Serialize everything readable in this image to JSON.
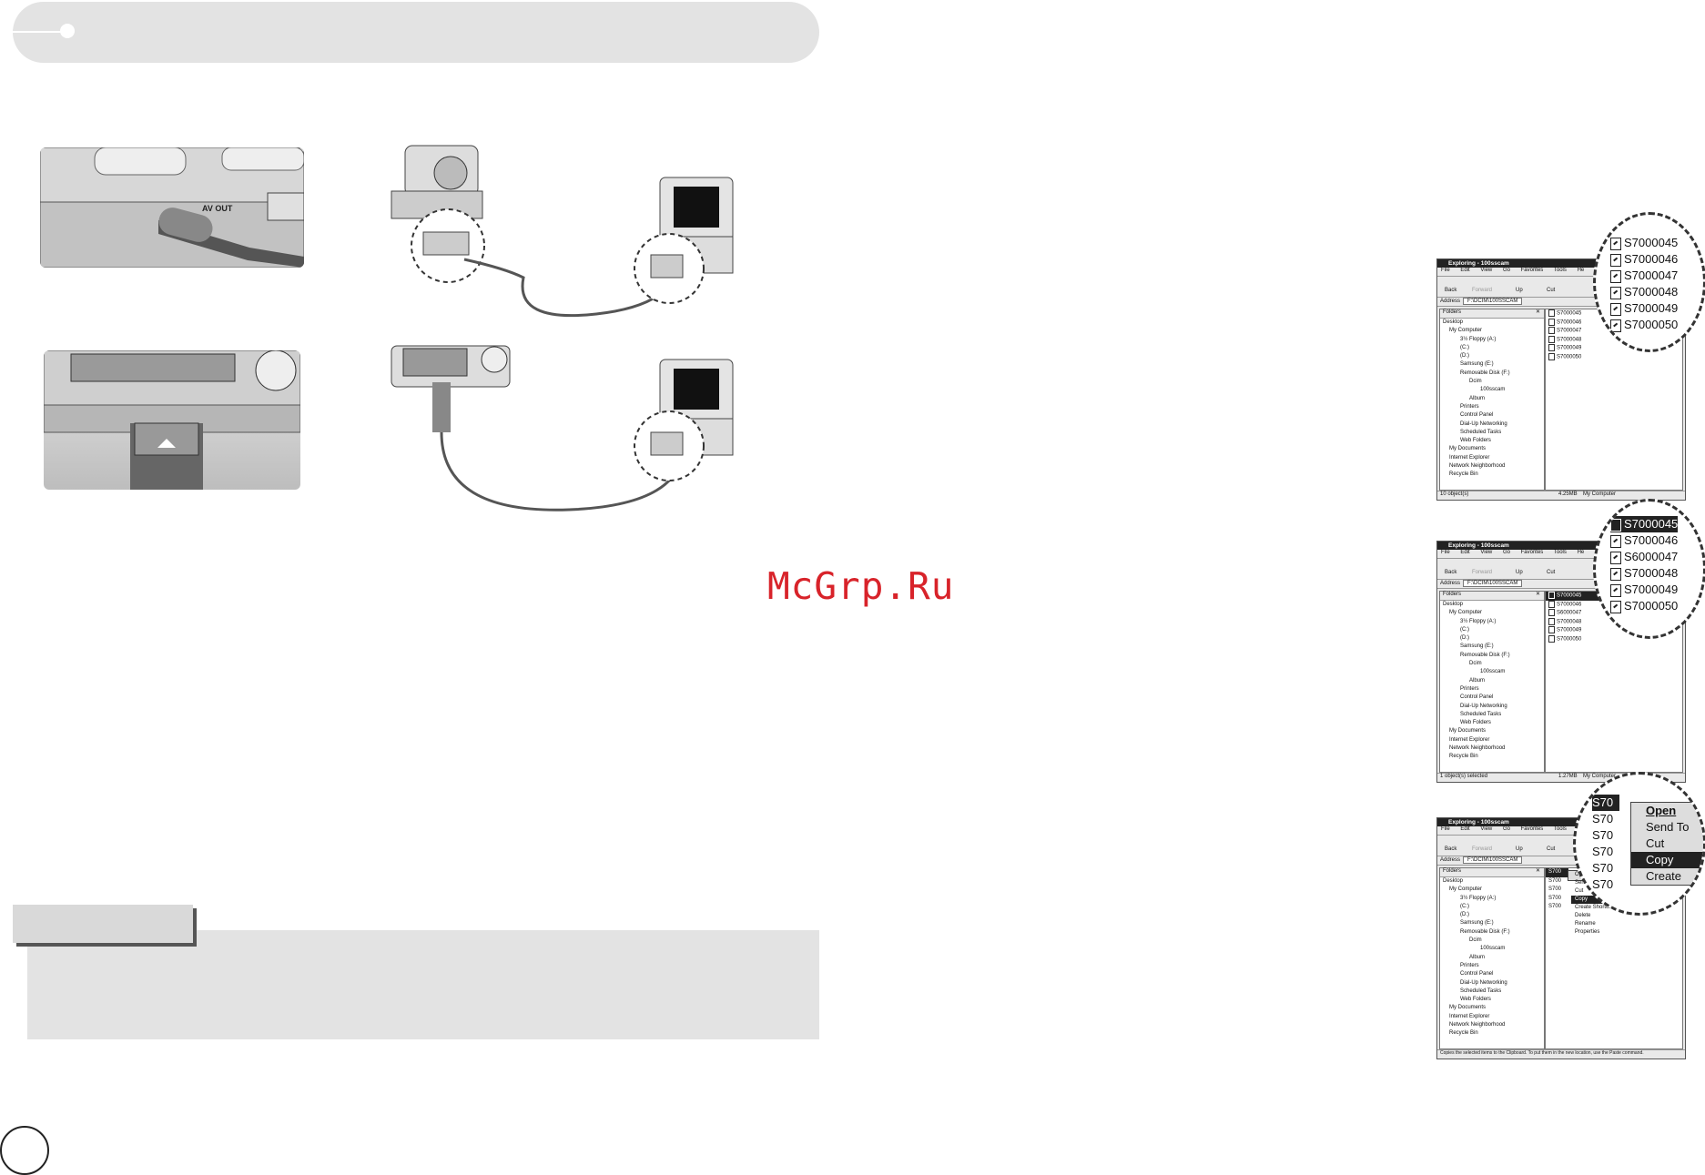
{
  "watermark": "McGrp.Ru",
  "illustrations": {
    "dock_label": "AV OUT"
  },
  "windows": [
    {
      "title": "Exploring - 100sscam",
      "menu": [
        "File",
        "Edit",
        "View",
        "Go",
        "Favorites",
        "Tools",
        "He"
      ],
      "toolbar": [
        "Back",
        "Forward",
        "Up",
        "Cut"
      ],
      "address_label": "Address",
      "address_value": "F:\\DCIM\\100SSCAM",
      "folders_label": "Folders",
      "folders_close": "✕",
      "tree": [
        "Desktop",
        "My Computer",
        "3½ Floppy (A:)",
        "(C:)",
        "(D:)",
        "Samsung (E:)",
        "Removable Disk (F:)",
        "Dcim",
        "100sscam",
        "Album",
        "Printers",
        "Control Panel",
        "Dial-Up Networking",
        "Scheduled Tasks",
        "Web Folders",
        "My Documents",
        "Internet Explorer",
        "Network Neighborhood",
        "Recycle Bin"
      ],
      "files": [
        "S7000045",
        "S7000046",
        "S7000047",
        "S7000048",
        "S7000049",
        "S7000050"
      ],
      "status_left": "10 object(s)",
      "status_mid": "4.25MB",
      "status_right": "My Computer",
      "zoom_files": [
        "S7000045",
        "S7000046",
        "S7000047",
        "S7000048",
        "S7000049",
        "S7000050"
      ]
    },
    {
      "title": "Exploring - 100sscam",
      "menu": [
        "File",
        "Edit",
        "View",
        "Go",
        "Favorites",
        "Tools",
        "He"
      ],
      "toolbar": [
        "Back",
        "Forward",
        "Up",
        "Cut"
      ],
      "address_label": "Address",
      "address_value": "F:\\DCIM\\100SSCAM",
      "folders_label": "Folders",
      "folders_close": "✕",
      "tree": [
        "Desktop",
        "My Computer",
        "3½ Floppy (A:)",
        "(C:)",
        "(D:)",
        "Samsung (E:)",
        "Removable Disk (F:)",
        "Dcim",
        "100sscam",
        "Album",
        "Printers",
        "Control Panel",
        "Dial-Up Networking",
        "Scheduled Tasks",
        "Web Folders",
        "My Documents",
        "Internet Explorer",
        "Network Neighborhood",
        "Recycle Bin"
      ],
      "files": [
        "S7000045",
        "S7000046",
        "S6000047",
        "S7000048",
        "S7000049",
        "S7000050"
      ],
      "status_left": "1 object(s) selected",
      "status_mid": "1.27MB",
      "status_right": "My Computer",
      "zoom_files": [
        "S7000045",
        "S7000046",
        "S6000047",
        "S7000048",
        "S7000049",
        "S7000050"
      ]
    },
    {
      "title": "Exploring - 100sscam",
      "menu": [
        "File",
        "Edit",
        "View",
        "Go",
        "Favorites",
        "Tools",
        "He"
      ],
      "toolbar": [
        "Back",
        "Forward",
        "Up",
        "Cut"
      ],
      "address_label": "Address",
      "address_value": "F:\\DCIM\\100SSCAM",
      "folders_label": "Folders",
      "folders_close": "✕",
      "tree": [
        "Desktop",
        "My Computer",
        "3½ Floppy (A:)",
        "(C:)",
        "(D:)",
        "Samsung (E:)",
        "Removable Disk (F:)",
        "Dcim",
        "100sscam",
        "Album",
        "Printers",
        "Control Panel",
        "Dial-Up Networking",
        "Scheduled Tasks",
        "Web Folders",
        "My Documents",
        "Internet Explorer",
        "Network Neighborhood",
        "Recycle Bin"
      ],
      "files": [
        "S700",
        "S700",
        "S700",
        "S700",
        "S700"
      ],
      "context_menu": [
        "Op",
        "Send",
        "Cut",
        "Copy",
        "Create Shortcut",
        "Delete",
        "Rename",
        "Properties"
      ],
      "status_left": "Copies the selected items to the Clipboard. To put them in the new location, use the Paste command.",
      "zoom_files": [
        "S70",
        "S70",
        "S70",
        "S70",
        "S70",
        "S70"
      ],
      "zoom_menu": [
        "Open",
        "Send To",
        "Cut",
        "Copy",
        "Create"
      ]
    }
  ]
}
